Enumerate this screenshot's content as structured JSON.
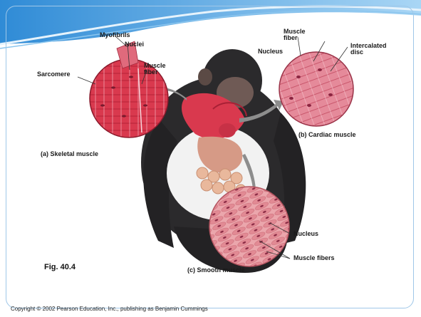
{
  "figure": {
    "labels": {
      "myofibrils": "Myofibrils",
      "nuclei": "Nuclei",
      "muscle_fiber_skeletal": "Muscle fiber",
      "sarcomere": "Sarcomere",
      "skeletal_caption": "(a) Skeletal muscle",
      "muscle_fiber_cardiac": "Muscle fiber",
      "nucleus_cardiac": "Nucleus",
      "intercalated_disc": "Intercalated disc",
      "cardiac_caption": "(b) Cardiac muscle",
      "nucleus_smooth": "Nucleus",
      "muscle_fibers_smooth": "Muscle fibers",
      "smooth_caption": "(c) Smooth muscle"
    },
    "fig_number": "Fig. 40.4"
  },
  "footer": {
    "copyright": "Copyright © 2002 Pearson Education, Inc., publishing as Benjamin Cummings"
  },
  "colors": {
    "theme_blue": "#4da3e0",
    "muscle_red": "#d9394e",
    "cardiac_pink": "#e07c8e",
    "smooth_pink": "#e8a0a6",
    "chimp_fur": "#2b2a2c"
  }
}
